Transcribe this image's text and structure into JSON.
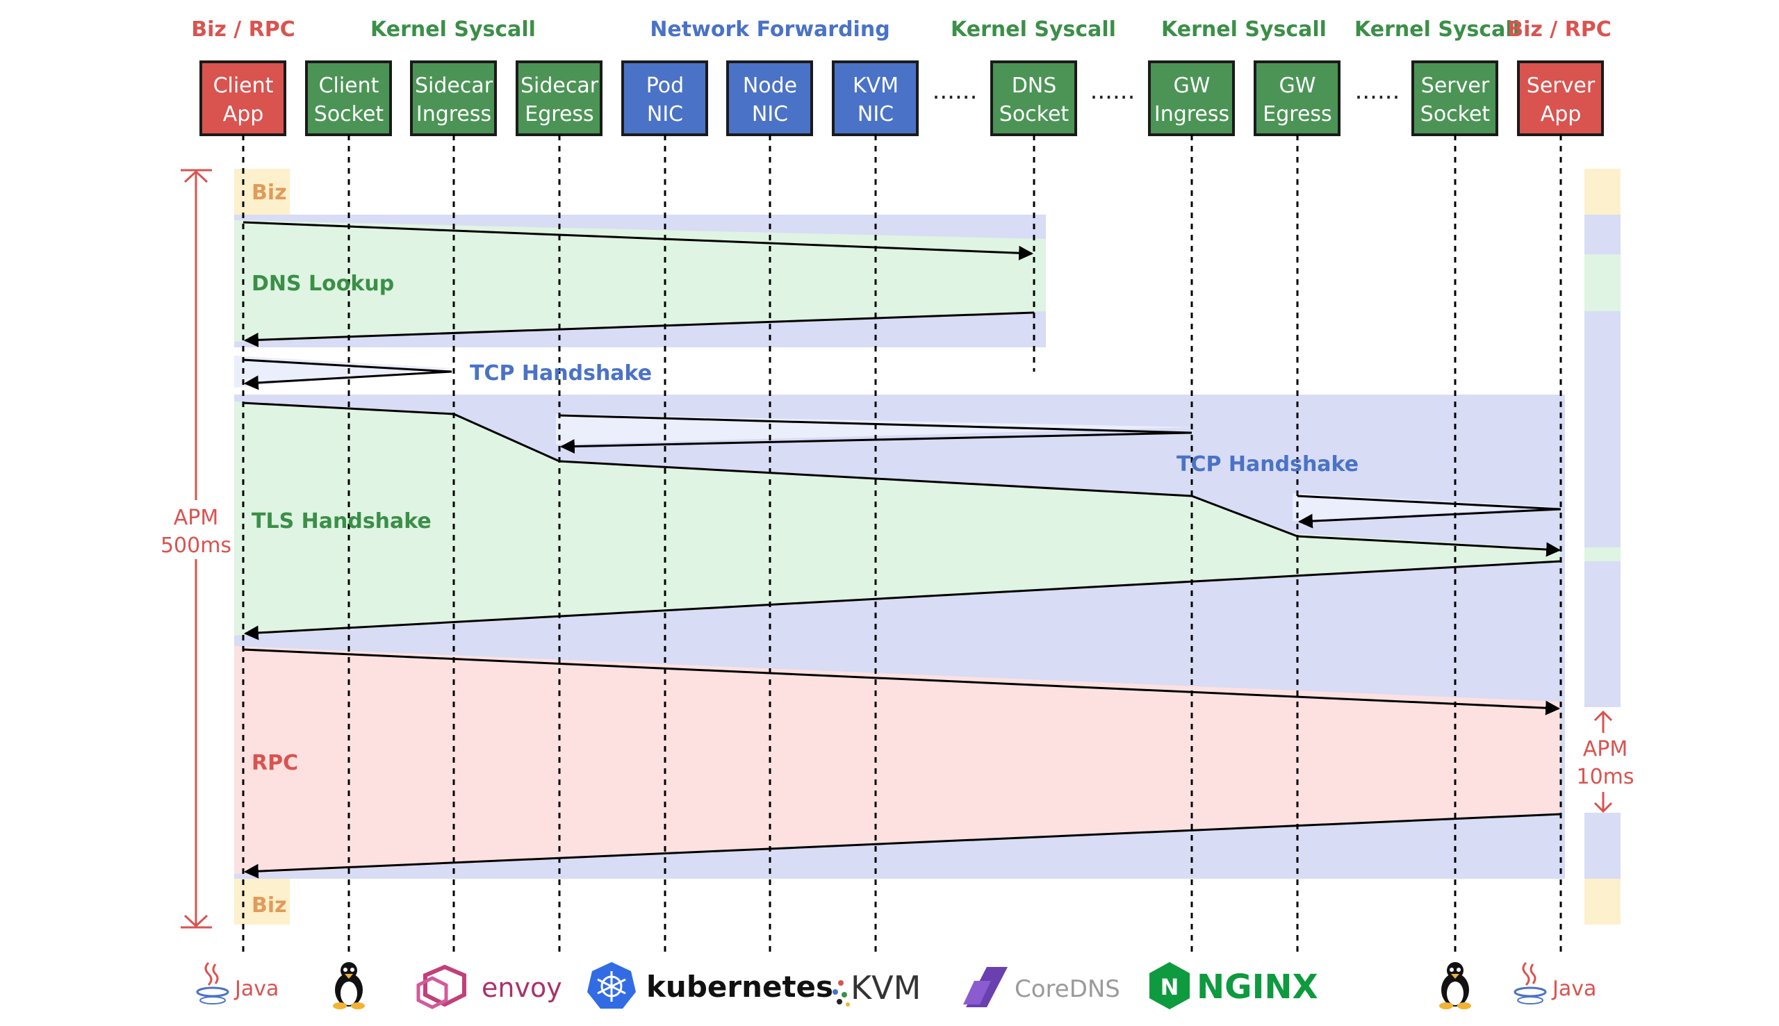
{
  "categories": [
    {
      "label": "Biz / RPC",
      "color": "#d9534f"
    },
    {
      "label": "Kernel Syscall",
      "color": "#3b8f48"
    },
    {
      "label": "Network Forwarding",
      "color": "#4a72c7"
    },
    {
      "label": "Kernel Syscall",
      "color": "#3b8f48"
    },
    {
      "label": "Kernel Syscall",
      "color": "#3b8f48"
    },
    {
      "label": "Kernel Syscall",
      "color": "#3b8f48"
    },
    {
      "label": "Biz / RPC",
      "color": "#d9534f"
    }
  ],
  "components": [
    {
      "line1": "Client",
      "line2": "App",
      "color": "#d9534f"
    },
    {
      "line1": "Client",
      "line2": "Socket",
      "color": "#4b9455"
    },
    {
      "line1": "Sidecar",
      "line2": "Ingress",
      "color": "#4b9455"
    },
    {
      "line1": "Sidecar",
      "line2": "Egress",
      "color": "#4b9455"
    },
    {
      "line1": "Pod",
      "line2": "NIC",
      "color": "#4a72c7"
    },
    {
      "line1": "Node",
      "line2": "NIC",
      "color": "#4a72c7"
    },
    {
      "line1": "KVM",
      "line2": "NIC",
      "color": "#4a72c7"
    },
    {
      "line1": "DNS",
      "line2": "Socket",
      "color": "#4b9455"
    },
    {
      "line1": "GW",
      "line2": "Ingress",
      "color": "#4b9455"
    },
    {
      "line1": "GW",
      "line2": "Egress",
      "color": "#4b9455"
    },
    {
      "line1": "Server",
      "line2": "Socket",
      "color": "#4b9455"
    },
    {
      "line1": "Server",
      "line2": "App",
      "color": "#d9534f"
    }
  ],
  "ellipsis": "......",
  "phases": {
    "biz_top": "Biz",
    "dns": "DNS Lookup",
    "tcp1": "TCP Handshake",
    "tls": "TLS Handshake",
    "tcp2": "TCP Handshake",
    "rpc": "RPC",
    "biz_bottom": "Biz"
  },
  "apm_client": {
    "line1": "APM",
    "line2": "500ms"
  },
  "apm_server": {
    "line1": "APM",
    "line2": "10ms"
  },
  "logos": {
    "java": "Java",
    "envoy": "envoy",
    "kubernetes": "kubernetes",
    "kvm": "KVM",
    "coredns": "CoreDNS",
    "nginx": "NGINX"
  },
  "colors": {
    "biz": "#fdf0cc",
    "dns": "#dff4e2",
    "tcp": "#d8dcf5",
    "rpc": "#fde1e1",
    "red": "#d9534f",
    "green": "#3b8f48",
    "blue": "#4a72c7",
    "biz_text": "#e09b5a"
  }
}
